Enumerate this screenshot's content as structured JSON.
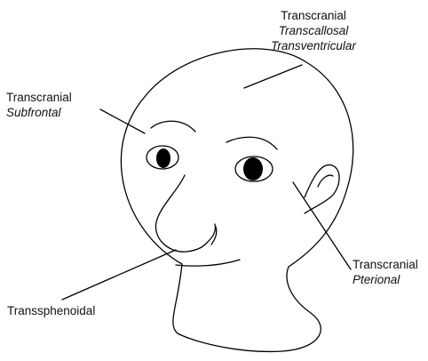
{
  "labels": {
    "top": {
      "line1": "Transcranial",
      "line2": "Transcallosal",
      "line3": "Transventricular"
    },
    "left": {
      "line1": "Transcranial",
      "line2": "Subfrontal"
    },
    "right": {
      "line1": "Transcranial",
      "line2": "Pterional"
    },
    "bottom": {
      "line1": "Transsphenoidal"
    }
  }
}
